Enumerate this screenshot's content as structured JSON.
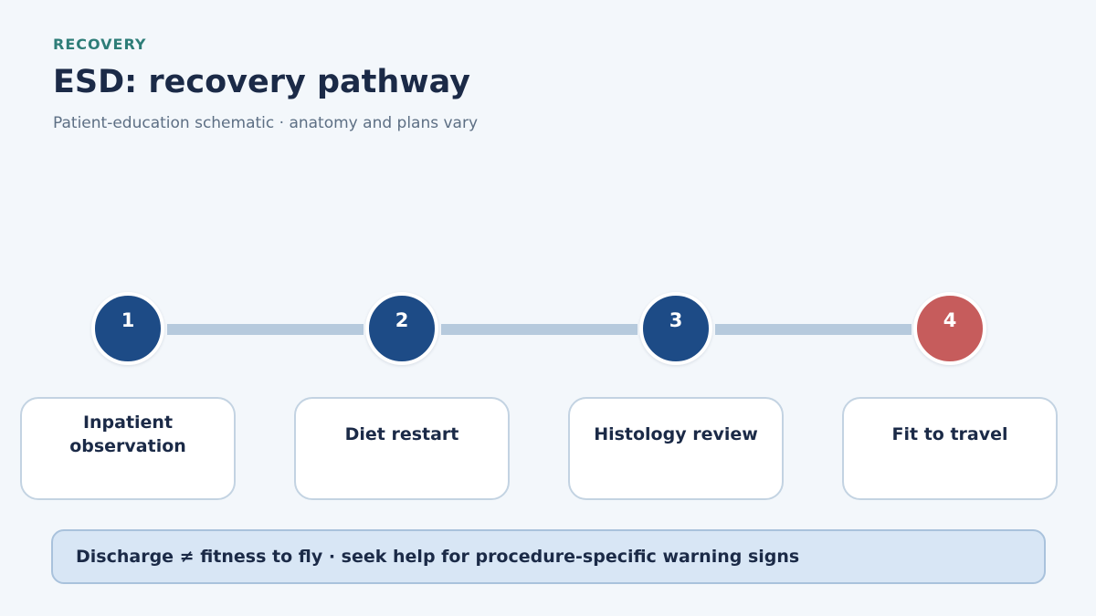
{
  "header": {
    "eyebrow": "RECOVERY",
    "title": "ESD: recovery pathway",
    "subtitle": "Patient-education schematic · anatomy and plans vary"
  },
  "steps": [
    {
      "number": "1",
      "label_line1": "Inpatient",
      "label_line2": "observation",
      "status": "done"
    },
    {
      "number": "2",
      "label_line1": "Diet restart",
      "status": "done"
    },
    {
      "number": "3",
      "label_line1": "Histology review",
      "status": "done"
    },
    {
      "number": "4",
      "label_line1": "Fit to travel",
      "status": "final"
    }
  ],
  "colors": {
    "node_primary": "#1d4b86",
    "node_final": "#c65c5c",
    "connector": "#b6cadd",
    "eyebrow": "#2e7d78"
  },
  "banner": {
    "text": "Discharge ≠ fitness to fly · seek help for procedure-specific warning signs"
  }
}
